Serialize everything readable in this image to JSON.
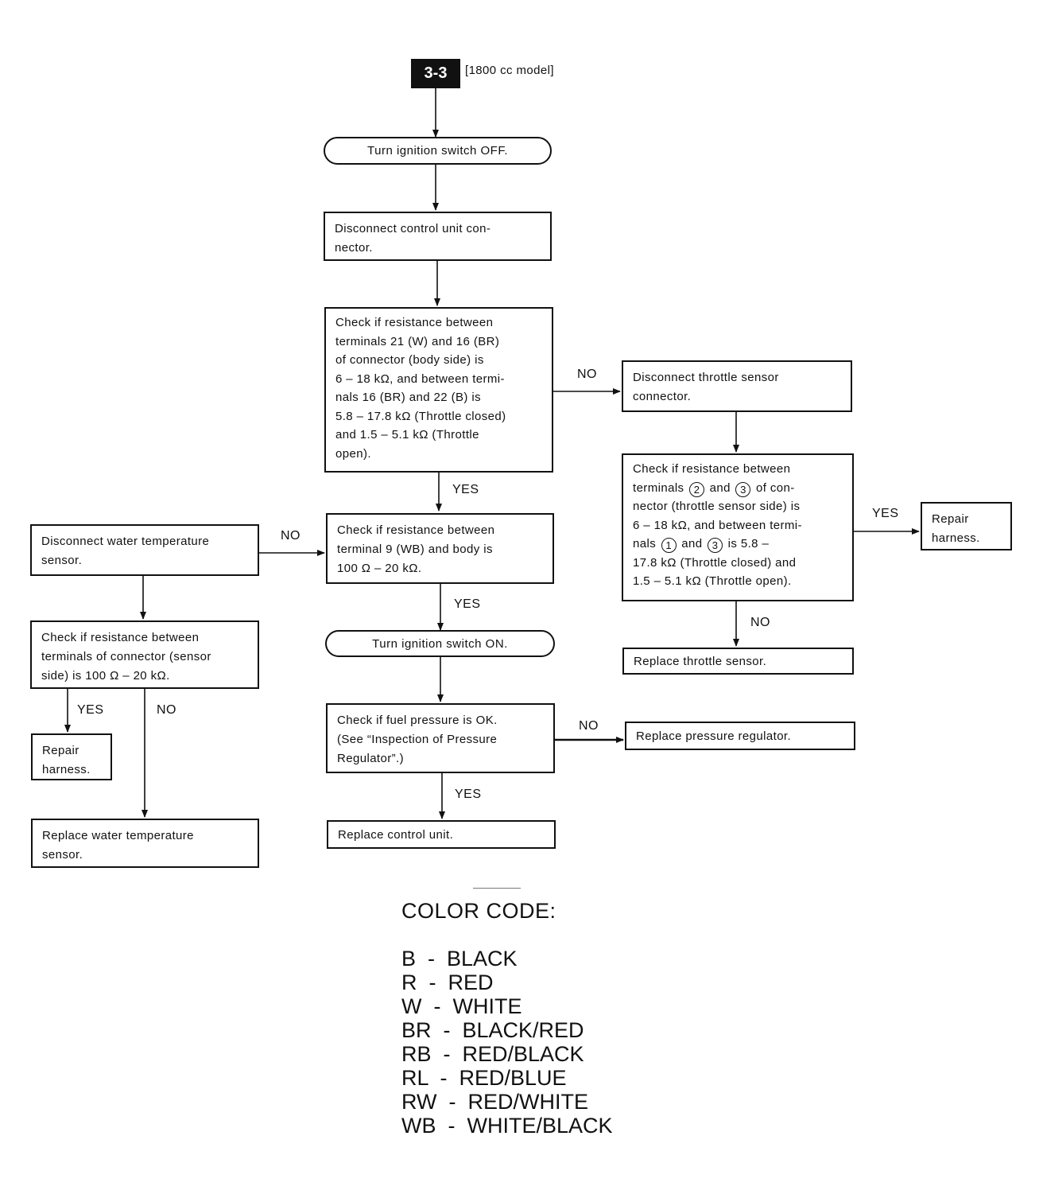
{
  "header": {
    "code": "3-3",
    "note": "[1800 cc model]"
  },
  "nodes": {
    "ign_off": "Turn ignition switch OFF.",
    "disc_cu": [
      "Disconnect control unit con-",
      "nector."
    ],
    "check1": [
      "Check if resistance between",
      "terminals 21 (W) and 16 (BR)",
      "of connector (body side) is",
      "6 – 18 kΩ, and between termi-",
      "nals 16 (BR) and 22 (B) is",
      "5.8 – 17.8 kΩ (Throttle closed)",
      "and 1.5 – 5.1 kΩ (Throttle",
      "open)."
    ],
    "disc_ts": [
      "Disconnect throttle sensor",
      "connector."
    ],
    "check_ts": {
      "l1": "Check if resistance between",
      "l2a": "terminals",
      "c2": "2",
      "l2b": "and",
      "c3": "3",
      "l2c": "of con-",
      "l3": "nector (throttle sensor side) is",
      "l4": "6 – 18 kΩ, and between termi-",
      "l5a": "nals",
      "c1": "1",
      "l5b": "and",
      "c3b": "3",
      "l5c": "is 5.8 –",
      "l6": "17.8 kΩ (Throttle closed) and",
      "l7": "1.5 – 5.1 kΩ (Throttle open)."
    },
    "repair_r": [
      "Repair",
      "harness."
    ],
    "replace_ts": "Replace throttle sensor.",
    "disc_wt": [
      "Disconnect water temperature",
      "sensor."
    ],
    "check2": [
      "Check if resistance between",
      "terminal 9 (WB) and body is",
      "100 Ω – 20 kΩ."
    ],
    "check_wt": [
      "Check if resistance between",
      "terminals of connector (sensor",
      "side) is 100 Ω – 20 kΩ."
    ],
    "repair_l": [
      "Repair",
      "harness."
    ],
    "replace_wt": [
      "Replace water temperature",
      "sensor."
    ],
    "ign_on": "Turn ignition switch ON.",
    "check_fp": [
      "Check if fuel pressure is OK.",
      "(See “Inspection of Pressure",
      "Regulator”.)"
    ],
    "replace_pr": "Replace pressure regulator.",
    "replace_cu": "Replace control unit."
  },
  "labels": {
    "yes": "YES",
    "no": "NO"
  },
  "legend": {
    "title": "COLOR CODE:",
    "rows": [
      "B  -  BLACK",
      "R  -  RED",
      "W  -  WHITE",
      "BR  -  BLACK/RED",
      "RB  -  RED/BLACK",
      "RL  -  RED/BLUE",
      "RW  -  RED/WHITE",
      "WB  -  WHITE/BLACK"
    ]
  }
}
